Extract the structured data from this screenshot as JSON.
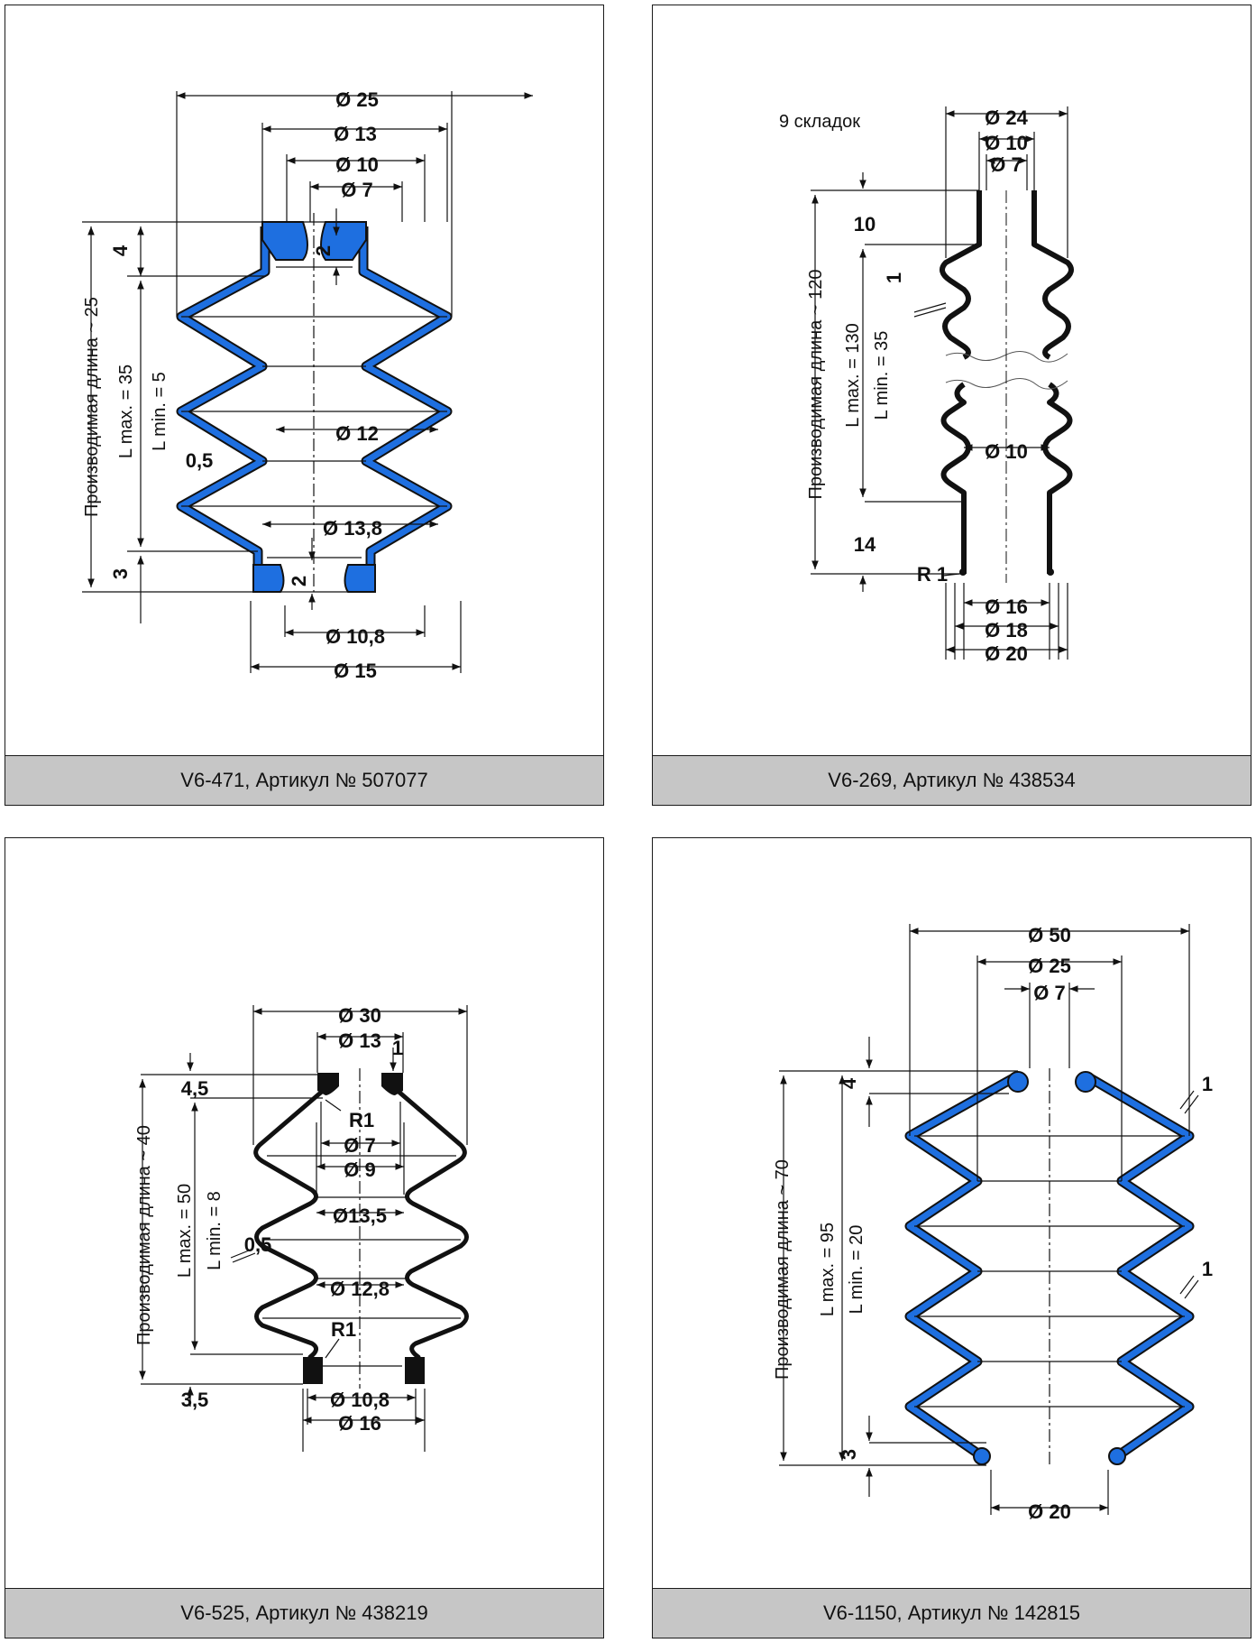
{
  "colors": {
    "bellows_blue": "#1e6fe0",
    "caption_bg": "#c6c6c6",
    "line": "#111111"
  },
  "panels": [
    {
      "caption": "V6-471, Артикул № 507077",
      "dims": {
        "d25": "Ø 25",
        "d13": "Ø 13",
        "d10": "Ø 10",
        "d7": "Ø 7",
        "d12": "Ø 12",
        "d13_8": "Ø 13,8",
        "d10_8": "Ø 10,8",
        "d15": "Ø 15",
        "h4": "4",
        "h2a": "2",
        "h2b": "2",
        "h3": "3",
        "t05": "0,5",
        "len": "Производимая длина ~ 25",
        "lmax": "L max. = 35",
        "lmin": "L min. = 5"
      }
    },
    {
      "caption": "V6-269, Артикул № 438534",
      "dims": {
        "folds": "9 складок",
        "d24": "Ø 24",
        "d10": "Ø 10",
        "d7": "Ø 7",
        "d10b": "Ø 10",
        "d16": "Ø 16",
        "d18": "Ø 18",
        "d20": "Ø 20",
        "h10": "10",
        "h14": "14",
        "t1": "1",
        "r1": "R 1",
        "len": "Производимая длина ~ 120",
        "lmax": "L max. = 130",
        "lmin": "L min. = 35"
      }
    },
    {
      "caption": "V6-525, Артикул № 438219",
      "dims": {
        "d30": "Ø 30",
        "d13": "Ø 13",
        "d7": "Ø 7",
        "d9": "Ø 9",
        "d13_5": "Ø13,5",
        "d12_8": "Ø 12,8",
        "d10_8": "Ø 10,8",
        "d16": "Ø 16",
        "h4_5": "4,5",
        "h3_5": "3,5",
        "t1": "1",
        "t05": "0,5",
        "r1a": "R1",
        "r1b": "R1",
        "len": "Производимая длина ~ 40",
        "lmax": "L max. = 50",
        "lmin": "L min. = 8"
      }
    },
    {
      "caption": "V6-1150, Артикул № 142815",
      "dims": {
        "d50": "Ø 50",
        "d25": "Ø 25",
        "d7": "Ø 7",
        "d20": "Ø 20",
        "h4": "4",
        "h3": "3",
        "t1a": "1",
        "t1b": "1",
        "len": "Производимая длина ~ 70",
        "lmax": "L max. = 95",
        "lmin": "L min. = 20"
      }
    }
  ]
}
